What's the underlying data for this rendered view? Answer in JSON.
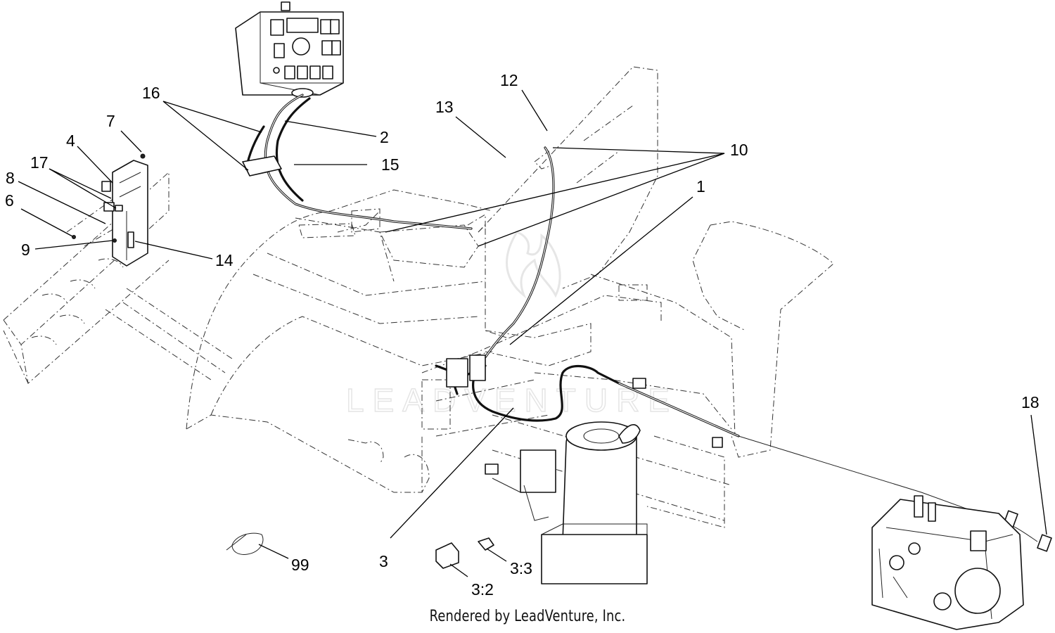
{
  "diagram": {
    "callouts": [
      "1",
      "2",
      "3",
      "3:2",
      "3:3",
      "4",
      "6",
      "7",
      "8",
      "9",
      "10",
      "12",
      "13",
      "14",
      "15",
      "16",
      "17",
      "18",
      "99"
    ],
    "footer": "Rendered by LeadVenture, Inc.",
    "watermark": "LEADVENTURE"
  }
}
